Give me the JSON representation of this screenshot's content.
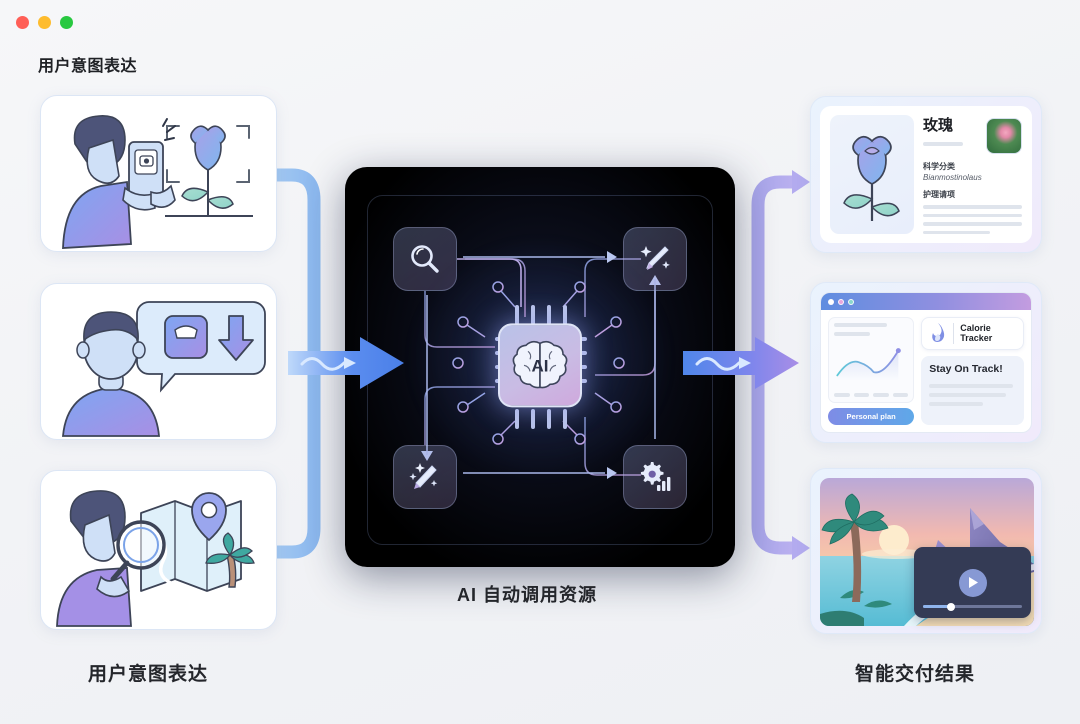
{
  "window": {
    "traffic_lights": [
      {
        "name": "close",
        "color": "#ff5f57"
      },
      {
        "name": "minimize",
        "color": "#febc2e"
      },
      {
        "name": "maximize",
        "color": "#28c840"
      }
    ]
  },
  "header": {
    "title": "用户意图表达"
  },
  "captions": {
    "left": "用户意图表达",
    "center": "AI 自动调用资源",
    "right": "智能交付结果"
  },
  "input_cards": [
    {
      "name": "photo-identify-flower",
      "alt": "用户用手机拍摄玫瑰花识别"
    },
    {
      "name": "weight-loss-intent",
      "alt": "用户说出减重目标的对话气泡"
    },
    {
      "name": "travel-map-search",
      "alt": "用户拿放大镜查看旅行地图"
    }
  ],
  "center": {
    "label": "AI 自动调用资源",
    "chip_label": "AI",
    "tools": [
      {
        "name": "search-tool",
        "icon": "magnifier-icon"
      },
      {
        "name": "creative-tool",
        "icon": "paintbrush-sparkle-icon"
      },
      {
        "name": "magic-tool",
        "icon": "magic-wand-icon"
      },
      {
        "name": "analytics-tool",
        "icon": "gear-chart-icon"
      }
    ]
  },
  "arrows": {
    "left": {
      "name": "flow-arrow-in",
      "color": "#5b8def"
    },
    "right": {
      "name": "flow-arrow-out",
      "color": "#8f86e8"
    }
  },
  "result_cards": {
    "plant": {
      "title": "玫瑰",
      "section_label": "科学分类",
      "latin_name": "Bianmostinolaus",
      "care_label": "护理请项"
    },
    "health": {
      "tracker_line1": "Calorie",
      "tracker_line2": "Tracker",
      "track_title": "Stay On Track!",
      "plan_button": "Personal plan",
      "browser_dots": [
        "#ffffff",
        "#e9a6dd",
        "#8ad8cd"
      ]
    },
    "travel": {
      "alt": "海滩日落风景视频卡片",
      "player_name": "video-player"
    }
  },
  "colors": {
    "background": "#f3f4f7",
    "accent_blue": "#5b8def",
    "accent_purple": "#9b8ce8",
    "panel_dark": "#07090f"
  }
}
